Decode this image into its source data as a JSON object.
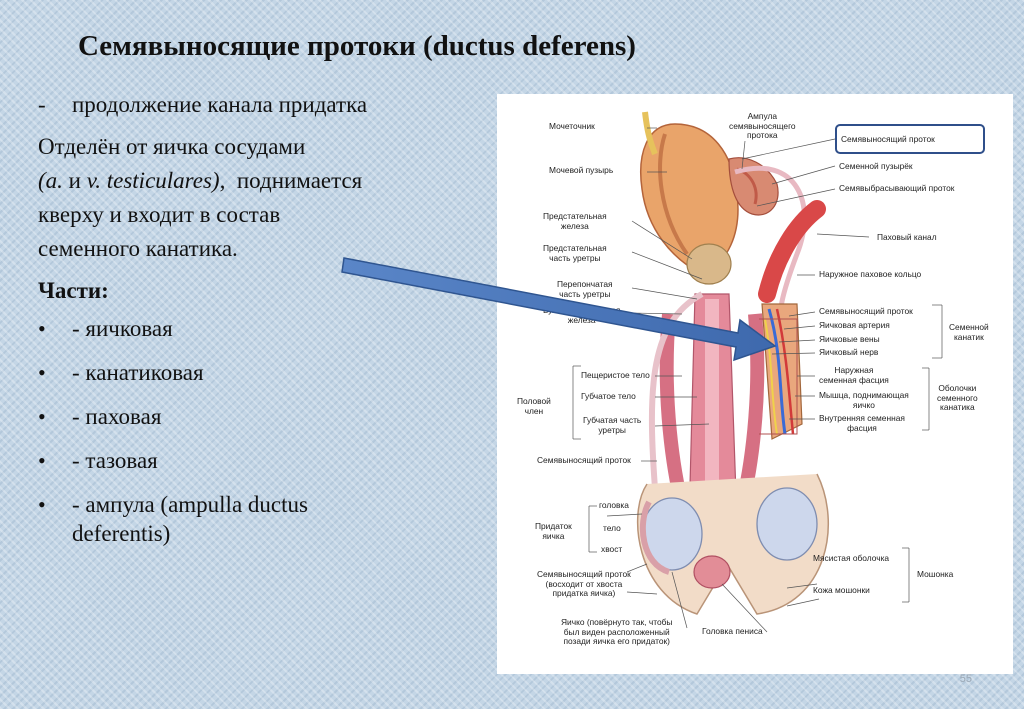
{
  "slide": {
    "title": "Семявыносящие протоки  (ductus deferens)",
    "intro": {
      "dash": "-",
      "line1": "продолжение канала придатка",
      "line2": "Отделён от яичка сосудами",
      "line3_italic": "(a.",
      "line3_and": "и",
      "line3_italic2": "v. testiculares),",
      "line3_rest": "поднимается",
      "line4": "кверху и входит в состав",
      "line5": "семенного канатика."
    },
    "parts_title": "Части:",
    "parts": [
      "- яичковая",
      "- канатиковая",
      "- паховая",
      "- тазовая",
      "- ампула (ampulla ductus",
      "deferentis)"
    ],
    "page_number": "55"
  },
  "figure": {
    "labels": {
      "ureter": "Мочеточник",
      "ampulla": "Ампула\nсемявыносящего\nпротока",
      "bladder": "Мочевой пузырь",
      "prostate": "Предстательная\nжелеза",
      "prostatic_urethra": "Предстательная\nчасть уретры",
      "membranous_urethra": "Перепончатая\nчасть уретры",
      "bulbourethral": "Бульбоуретральная\nжелеза",
      "cavernous_body": "Пещеристое тело",
      "spongy_body": "Губчатое тело",
      "spongy_urethra": "Губчатая часть\nуретры",
      "penis": "Половой\nчлен",
      "vas_deferens_left": "Семявыносящий проток",
      "epididymis": "Придаток\nяичка",
      "head": "головка",
      "body": "тело",
      "tail": "хвост",
      "vas_from_tail": "Семявыносящий проток\n(восходит от хвоста\nпридатка яичка)",
      "testis": "Яичко (повёрнуто так, чтобы\nбыл виден расположенный\nпозади яичка его придаток)",
      "glans": "Головка пениса",
      "vas_deferens_box": "Семявыносящий проток",
      "seminal_vesicle": "Семенной пузырёк",
      "ejaculatory": "Семявыбрасывающий проток",
      "inguinal_canal": "Паховый канал",
      "external_ring": "Наружное паховое кольцо",
      "cord_vas": "Семявыносящий проток",
      "testicular_artery": "Яичковая артерия",
      "testicular_veins": "Яичковые вены",
      "testicular_nerve": "Яичковый нерв",
      "spermatic_cord": "Семенной\nканатик",
      "external_fascia": "Наружная\nсеменная фасция",
      "cremaster": "Мышца, поднимающая\nяичко",
      "internal_fascia": "Внутренняя семенная\nфасция",
      "coverings": "Оболочки\nсеменного\nканатика",
      "dartos": "Мясистая оболочка",
      "scrotal_skin": "Кожа мошонки",
      "scrotum": "Мошонка"
    }
  }
}
